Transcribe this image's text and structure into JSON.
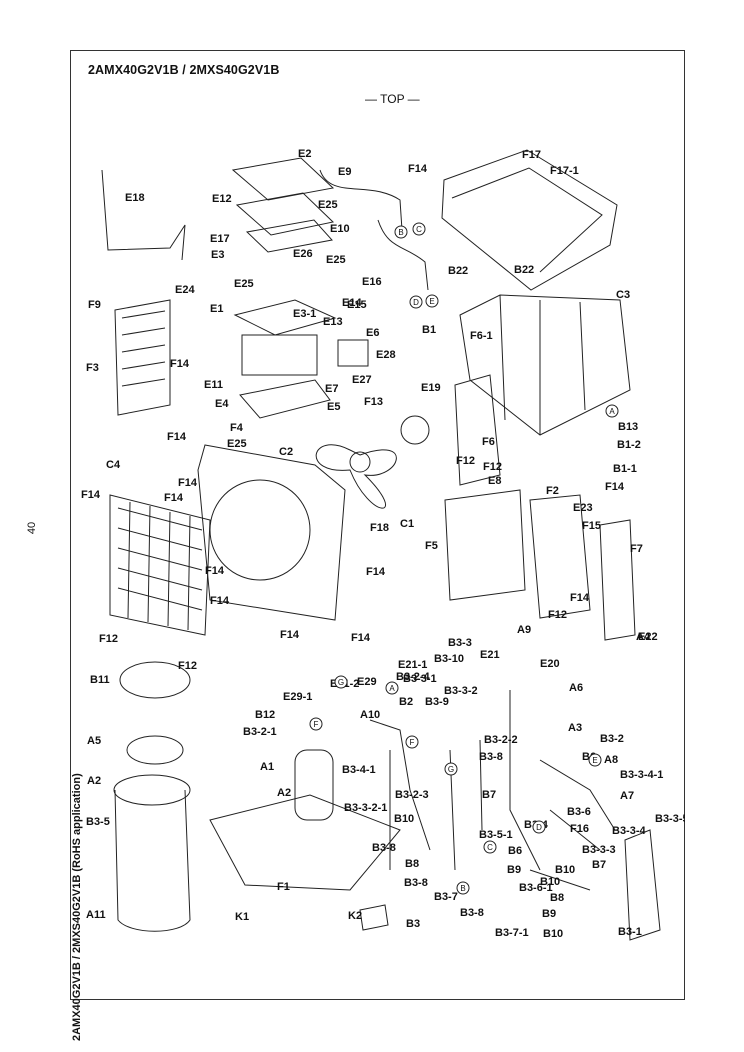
{
  "document": {
    "model_title": "2AMX40G2V1B / 2MXS40G2V1B",
    "view_label": "— TOP —",
    "page_number": "40",
    "side_title": "2AMX40G2V1B / 2MXS40G2V1B (RoHS application)"
  },
  "part_labels": [
    "E2",
    "E9",
    "F14",
    "F17",
    "F17-1",
    "E18",
    "E12",
    "E25",
    "E10",
    "E17",
    "E3",
    "E26",
    "E25",
    "E24",
    "E25",
    "B22",
    "B22",
    "C3",
    "F9",
    "E1",
    "E3-1",
    "E15",
    "E16",
    "E14",
    "E13",
    "E6",
    "B1",
    "F6-1",
    "E28",
    "F3",
    "F14",
    "E11",
    "E27",
    "E7",
    "E19",
    "E4",
    "E5",
    "F13",
    "B13",
    "E25",
    "B1-2",
    "F14",
    "F4",
    "F6",
    "C2",
    "F12",
    "B1-1",
    "C4",
    "F14",
    "F12",
    "E8",
    "F14",
    "F14",
    "F2",
    "E23",
    "F14",
    "F15",
    "F18",
    "C1",
    "F5",
    "F7",
    "F14",
    "F14",
    "F14",
    "F12",
    "E22",
    "F12",
    "F14",
    "F14",
    "F14",
    "F12",
    "A4",
    "E21-2",
    "E21",
    "A9",
    "B11",
    "E29",
    "B3-3",
    "E21-1",
    "E20",
    "E29-1",
    "B3-10",
    "B3-3-1",
    "B3-2-4",
    "A6",
    "B12",
    "B2",
    "B3-9",
    "B3-3-2",
    "A10",
    "A5",
    "B3-2-1",
    "B3-2-2",
    "A3",
    "A1",
    "B3-4-1",
    "B3-2",
    "B3-8",
    "B6",
    "A8",
    "A2",
    "A2",
    "B3-3-2-1",
    "B3-2-3",
    "B7",
    "B3-3-4-1",
    "B10",
    "A7",
    "B3-5",
    "B3-4",
    "B3-6",
    "B3-5-1",
    "F16",
    "B3-3-5",
    "B3-8",
    "B6",
    "B3-3-4",
    "B8",
    "B7",
    "B3-3-3",
    "B3-8",
    "B9",
    "B10",
    "F1",
    "B3-6-1",
    "B10",
    "B3-7",
    "B8",
    "A11",
    "K1",
    "K2",
    "B3",
    "B3-8",
    "B9",
    "B3-7-1",
    "B10",
    "B3-1"
  ],
  "circle_markers": [
    "B",
    "C",
    "D",
    "E",
    "A",
    "G",
    "F",
    "F",
    "G",
    "A",
    "E",
    "D",
    "C",
    "B"
  ]
}
